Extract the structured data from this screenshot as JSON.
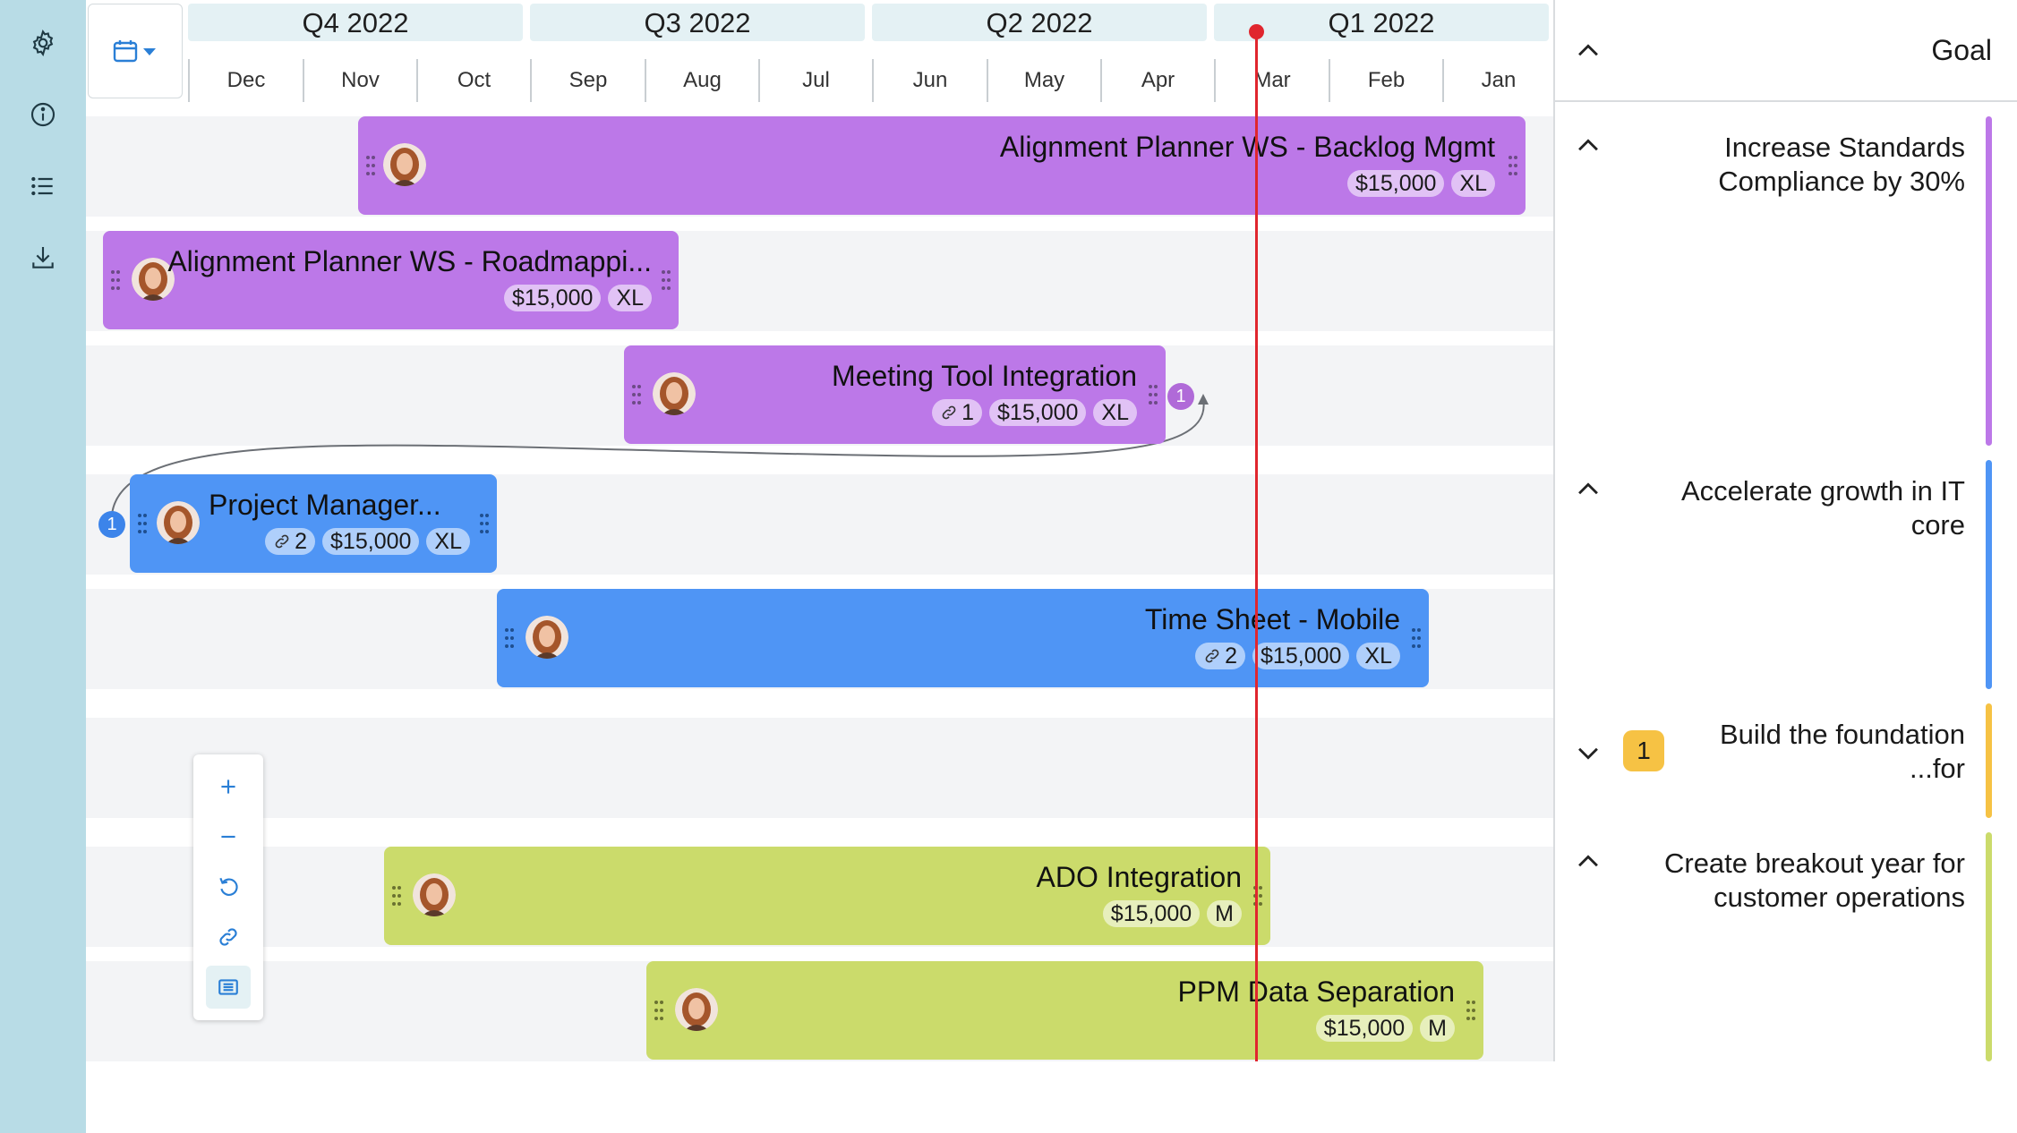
{
  "sidebar": {
    "icons": [
      {
        "name": "settings-icon"
      },
      {
        "name": "info-icon"
      },
      {
        "name": "list-icon"
      },
      {
        "name": "download-icon"
      }
    ]
  },
  "timeline": {
    "quarters": [
      "Q4 2022",
      "Q3 2022",
      "Q2 2022",
      "Q1 2022"
    ],
    "months": [
      "Dec",
      "Nov",
      "Oct",
      "Sep",
      "Aug",
      "Jul",
      "Jun",
      "May",
      "Apr",
      "Mar",
      "Feb",
      "Jan"
    ]
  },
  "bars": [
    {
      "title": "Alignment Planner WS - Backlog Mgmt",
      "cost": "$15,000",
      "size": "XL",
      "links": null,
      "color": "#bc78e8"
    },
    {
      "title": "Alignment Planner WS - Roadmappi...",
      "cost": "$15,000",
      "size": "XL",
      "links": null,
      "color": "#bc78e8"
    },
    {
      "title": "Meeting Tool Integration",
      "cost": "$15,000",
      "size": "XL",
      "links": "1",
      "dependency_badge": "1",
      "color": "#bc78e8"
    },
    {
      "title": "Project Manager...",
      "cost": "$15,000",
      "size": "XL",
      "links": "2",
      "dependency_badge": "1",
      "color": "#4f95f5"
    },
    {
      "title": "Time Sheet - Mobile",
      "cost": "$15,000",
      "size": "XL",
      "links": "2",
      "color": "#4f95f5"
    },
    {
      "title": "ADO Integration",
      "cost": "$15,000",
      "size": "M",
      "links": null,
      "color": "#cbdb6b"
    },
    {
      "title": "PPM Data Separation",
      "cost": "$15,000",
      "size": "M",
      "links": null,
      "color": "#cbdb6b"
    }
  ],
  "zoom_controls": [
    "zoom-in",
    "zoom-out",
    "reset",
    "link",
    "table-view"
  ],
  "goals": {
    "header": "Goal",
    "items": [
      {
        "text": "Increase Standards Compliance by 30%",
        "color": "#bc78e8",
        "expanded": true
      },
      {
        "text": "Accelerate growth in IT core",
        "color": "#4f95f5",
        "expanded": true
      },
      {
        "text": "Build the foundation ...for",
        "color": "#f6c244",
        "expanded": false,
        "count": "1"
      },
      {
        "text": "Create breakout year for customer operations",
        "color": "#cbdb6b",
        "expanded": true
      }
    ]
  }
}
